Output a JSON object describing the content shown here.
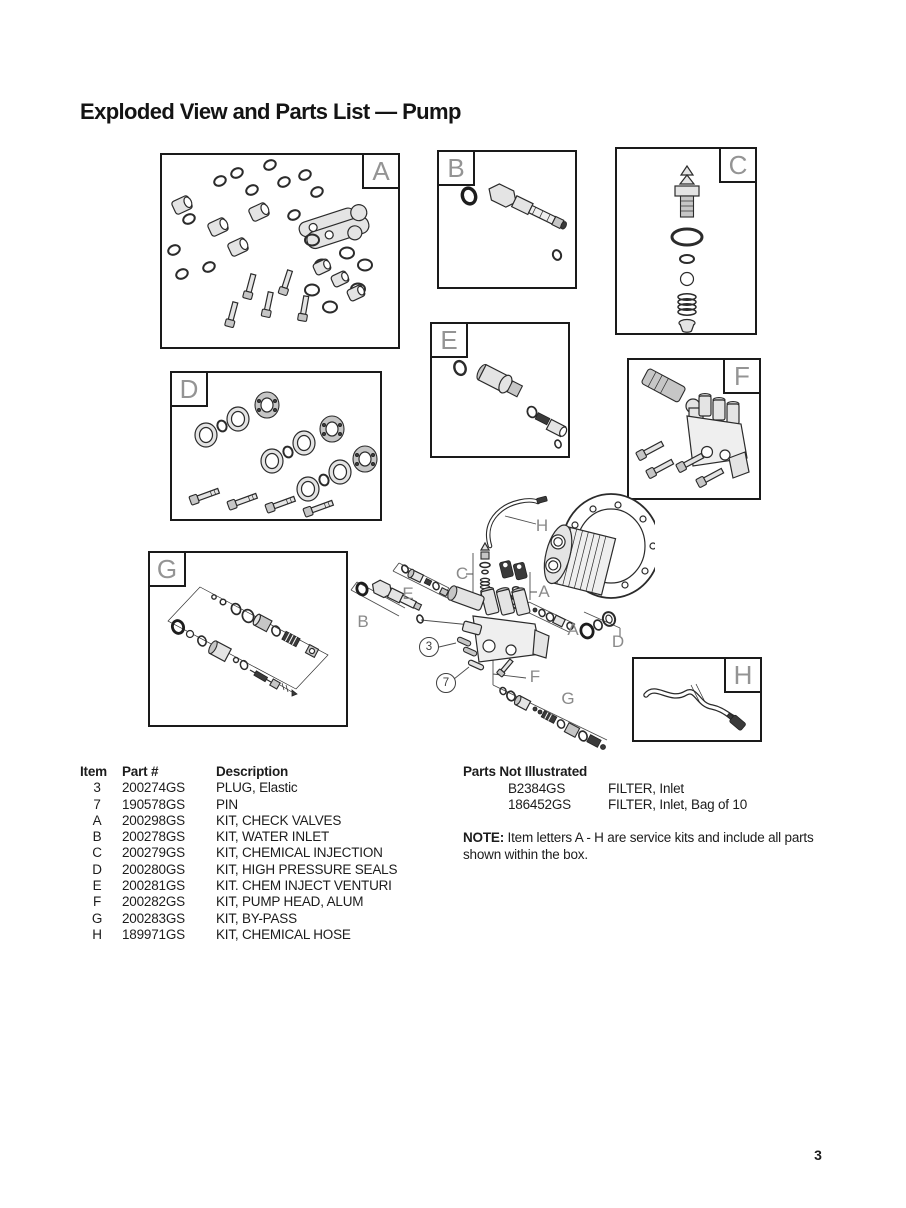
{
  "page": {
    "title": "Exploded View and Parts List — Pump",
    "page_number": "3"
  },
  "colors": {
    "ink": "#1c1c1c",
    "diagram_label_gray": "#949494"
  },
  "diagram": {
    "boxes": [
      {
        "label": "A"
      },
      {
        "label": "B"
      },
      {
        "label": "C"
      },
      {
        "label": "D"
      },
      {
        "label": "E"
      },
      {
        "label": "F"
      },
      {
        "label": "G"
      },
      {
        "label": "H"
      }
    ],
    "callouts": [
      {
        "label": "H",
        "type": "letter"
      },
      {
        "label": "C",
        "type": "letter"
      },
      {
        "label": "A",
        "type": "letter"
      },
      {
        "label": "E",
        "type": "letter"
      },
      {
        "label": "B",
        "type": "letter"
      },
      {
        "label": "A",
        "type": "letter"
      },
      {
        "label": "D",
        "type": "letter"
      },
      {
        "label": "3",
        "type": "circled-number"
      },
      {
        "label": "F",
        "type": "letter"
      },
      {
        "label": "7",
        "type": "circled-number"
      },
      {
        "label": "G",
        "type": "letter"
      }
    ]
  },
  "parts_table": {
    "headers": {
      "item": "Item",
      "part": "Part #",
      "description": "Description"
    },
    "rows": [
      {
        "item": "3",
        "part": "200274GS",
        "description": "PLUG, Elastic"
      },
      {
        "item": "7",
        "part": "190578GS",
        "description": "PIN"
      },
      {
        "item": "A",
        "part": "200298GS",
        "description": "KIT, CHECK VALVES"
      },
      {
        "item": "B",
        "part": "200278GS",
        "description": "KIT, WATER INLET"
      },
      {
        "item": "C",
        "part": "200279GS",
        "description": "KIT, CHEMICAL INJECTION"
      },
      {
        "item": "D",
        "part": "200280GS",
        "description": "KIT, HIGH PRESSURE SEALS"
      },
      {
        "item": "E",
        "part": "200281GS",
        "description": "KIT. CHEM INJECT VENTURI"
      },
      {
        "item": "F",
        "part": "200282GS",
        "description": "KIT, PUMP HEAD, ALUM"
      },
      {
        "item": "G",
        "part": "200283GS",
        "description": "KIT, BY-PASS"
      },
      {
        "item": "H",
        "part": "189971GS",
        "description": "KIT, CHEMICAL HOSE"
      }
    ]
  },
  "not_illustrated": {
    "title": "Parts Not Illustrated",
    "rows": [
      {
        "part": "B2384GS",
        "description": "FILTER, Inlet"
      },
      {
        "part": "186452GS",
        "description": "FILTER, Inlet, Bag of 10"
      }
    ]
  },
  "note": {
    "label": "NOTE:",
    "text": " Item letters A - H are service kits and include all parts shown within the box."
  }
}
